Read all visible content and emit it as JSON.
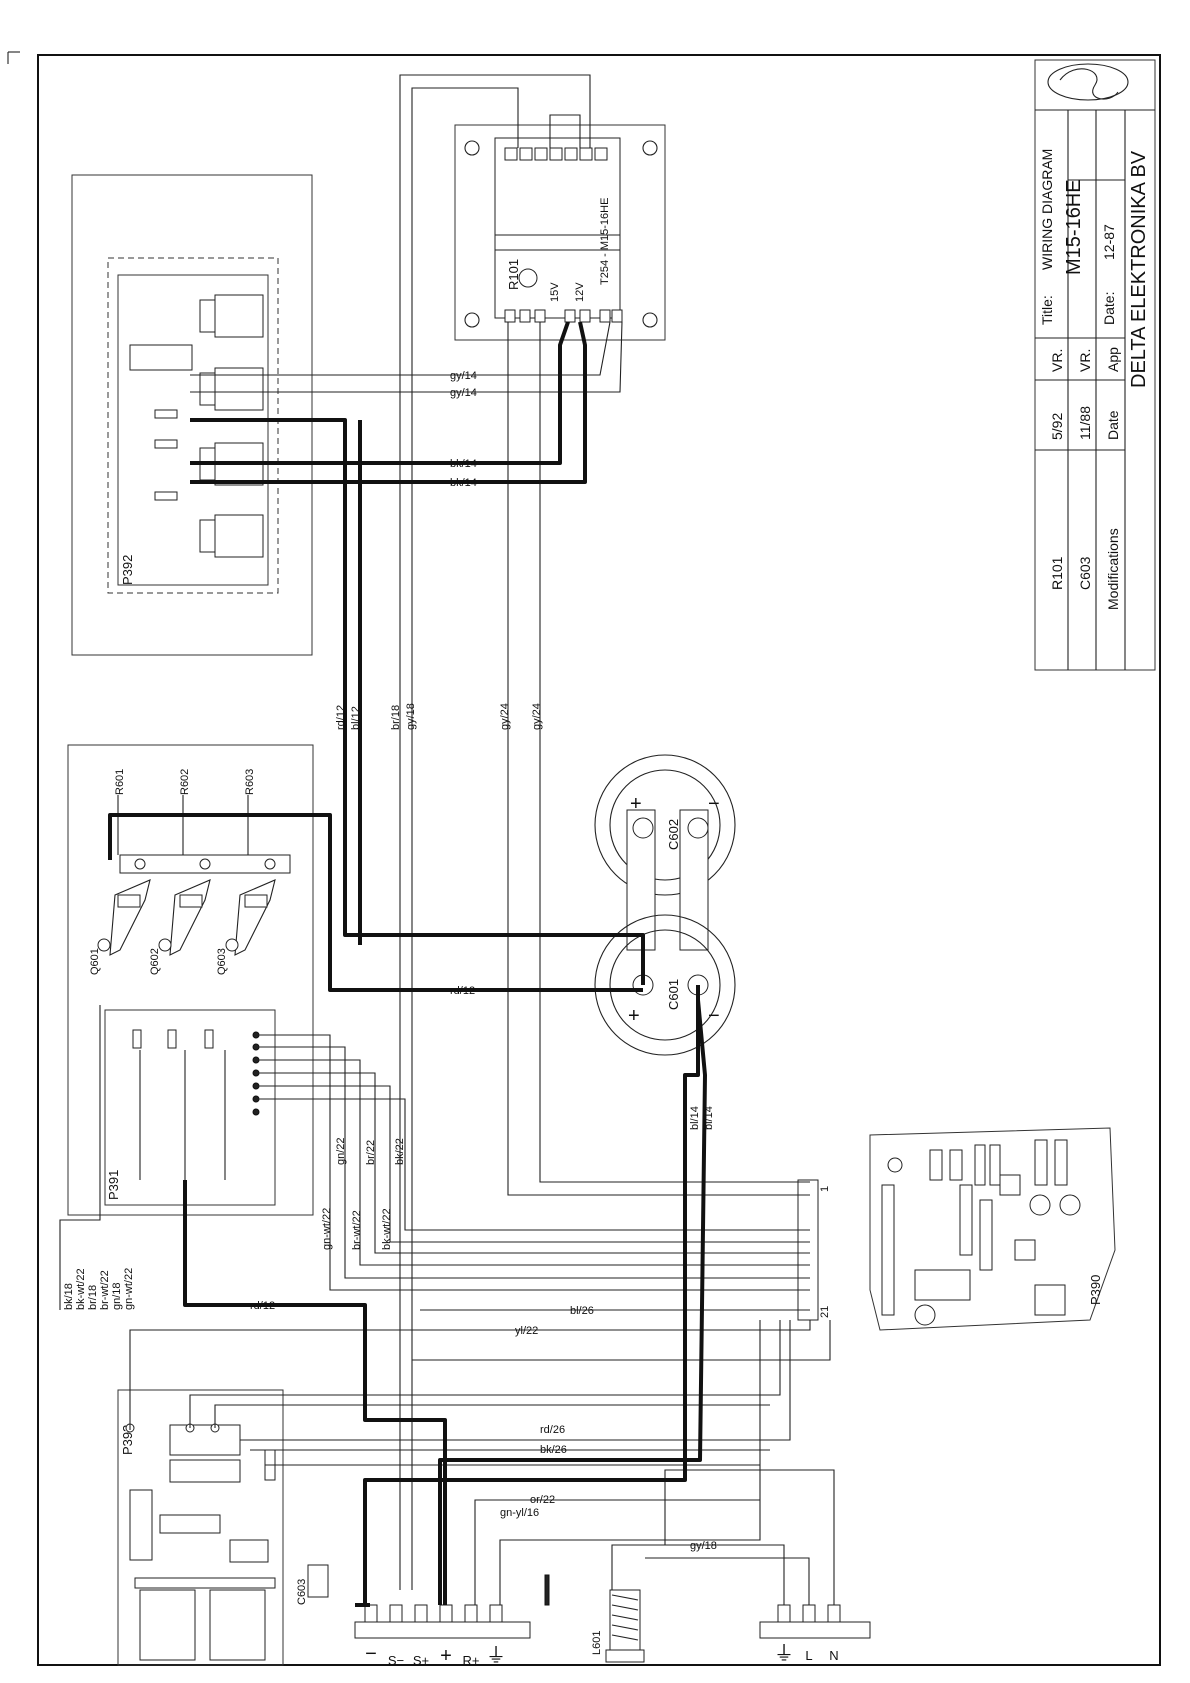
{
  "title_block": {
    "title_label": "Title:",
    "title_value": "WIRING DIAGRAM",
    "model": "M15-16HE",
    "date_label": "Date:",
    "date_value": "12-87",
    "company": "DELTA ELEKTRONIKA BV",
    "modifications_label": "Modifications",
    "date_col_label": "Date",
    "app_label": "App",
    "mods": [
      {
        "part": "R101",
        "date": "5/92",
        "vr": "VR."
      },
      {
        "part": "C603",
        "date": "11/88",
        "vr": "VR."
      }
    ]
  },
  "boards": {
    "p392": "P392",
    "p391": "P391",
    "p390": "P390",
    "p393": "P393",
    "t254": "T254 - M15-16HE",
    "r101": "R101",
    "v15": "15V",
    "v12": "12V",
    "c601": "C601",
    "c602": "C602",
    "c603": "C603",
    "l601": "L601",
    "r601": "R601",
    "r602": "R602",
    "r603": "R603",
    "q601": "Q601",
    "q602": "Q602",
    "q603": "Q603",
    "pin_1": "1",
    "pin_21": "21",
    "plus": "+",
    "minus": "−"
  },
  "wires": {
    "gy14": "gy/14",
    "bk14": "bk/14",
    "rd12": "rd/12",
    "bl12": "bl/12",
    "br18": "br/18",
    "gy18": "gy/18",
    "gy24": "gy/24",
    "bl14": "bl/14",
    "gn22": "gn/22",
    "br22": "br/22",
    "bk22": "bk/22",
    "gnwt22": "gn-wt/22",
    "brwt22": "br-wt/22",
    "bkwt22": "bk-wt/22",
    "bl26": "bl/26",
    "yl22": "yl/22",
    "rd26": "rd/26",
    "bk26": "bk/26",
    "or22": "or/22",
    "gnyl16": "gn-yl/16",
    "gy18b": "gy/18",
    "legend": [
      "bk/18",
      "bk-wt/22",
      "br/18",
      "br-wt/22",
      "gn/18",
      "gn-wt/22"
    ]
  },
  "terminals": {
    "output": [
      "−",
      "S−",
      "S+",
      "+",
      "R+",
      "⏚"
    ],
    "mains": [
      "⏚",
      "L",
      "N"
    ]
  }
}
